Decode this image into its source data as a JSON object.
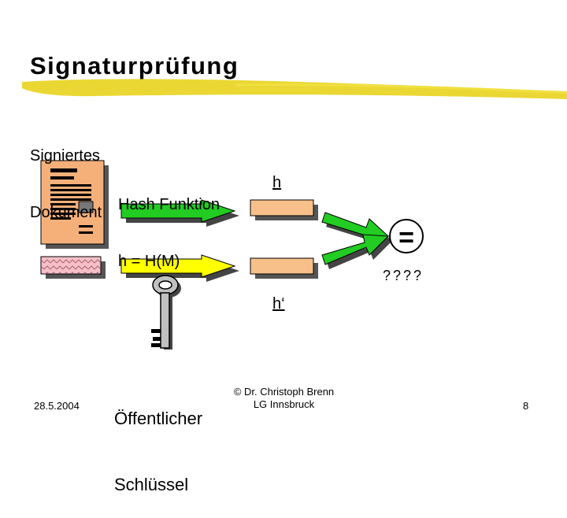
{
  "slide": {
    "title": "Signaturprüfung",
    "doc_label_line1": "Signiertes",
    "doc_label_line2": "Dokument",
    "hash_line1": "Hash Funktion",
    "hash_line2": "h = H(M)",
    "h_label": "h",
    "h_prime_label": "h‘",
    "equals_sign": "=",
    "question": "????",
    "key_label_line1": "Öffentlicher",
    "key_label_line2": "Schlüssel",
    "date": "28.5.2004",
    "copyright_line1": "© Dr. Christoph Brenn",
    "copyright_line2": "LG Innsbruck",
    "page_number": "8"
  },
  "colors": {
    "highlight": "#e8d010",
    "document": "#f5b07a",
    "signature_strip": "#f5c0c8",
    "arrow_green": "#22cc22",
    "arrow_yellow": "#ffff00",
    "box": "#f7c08a",
    "key": "#c0c0c0"
  },
  "icons": [
    "document-icon",
    "signature-strip",
    "key-icon",
    "equals-badge"
  ]
}
